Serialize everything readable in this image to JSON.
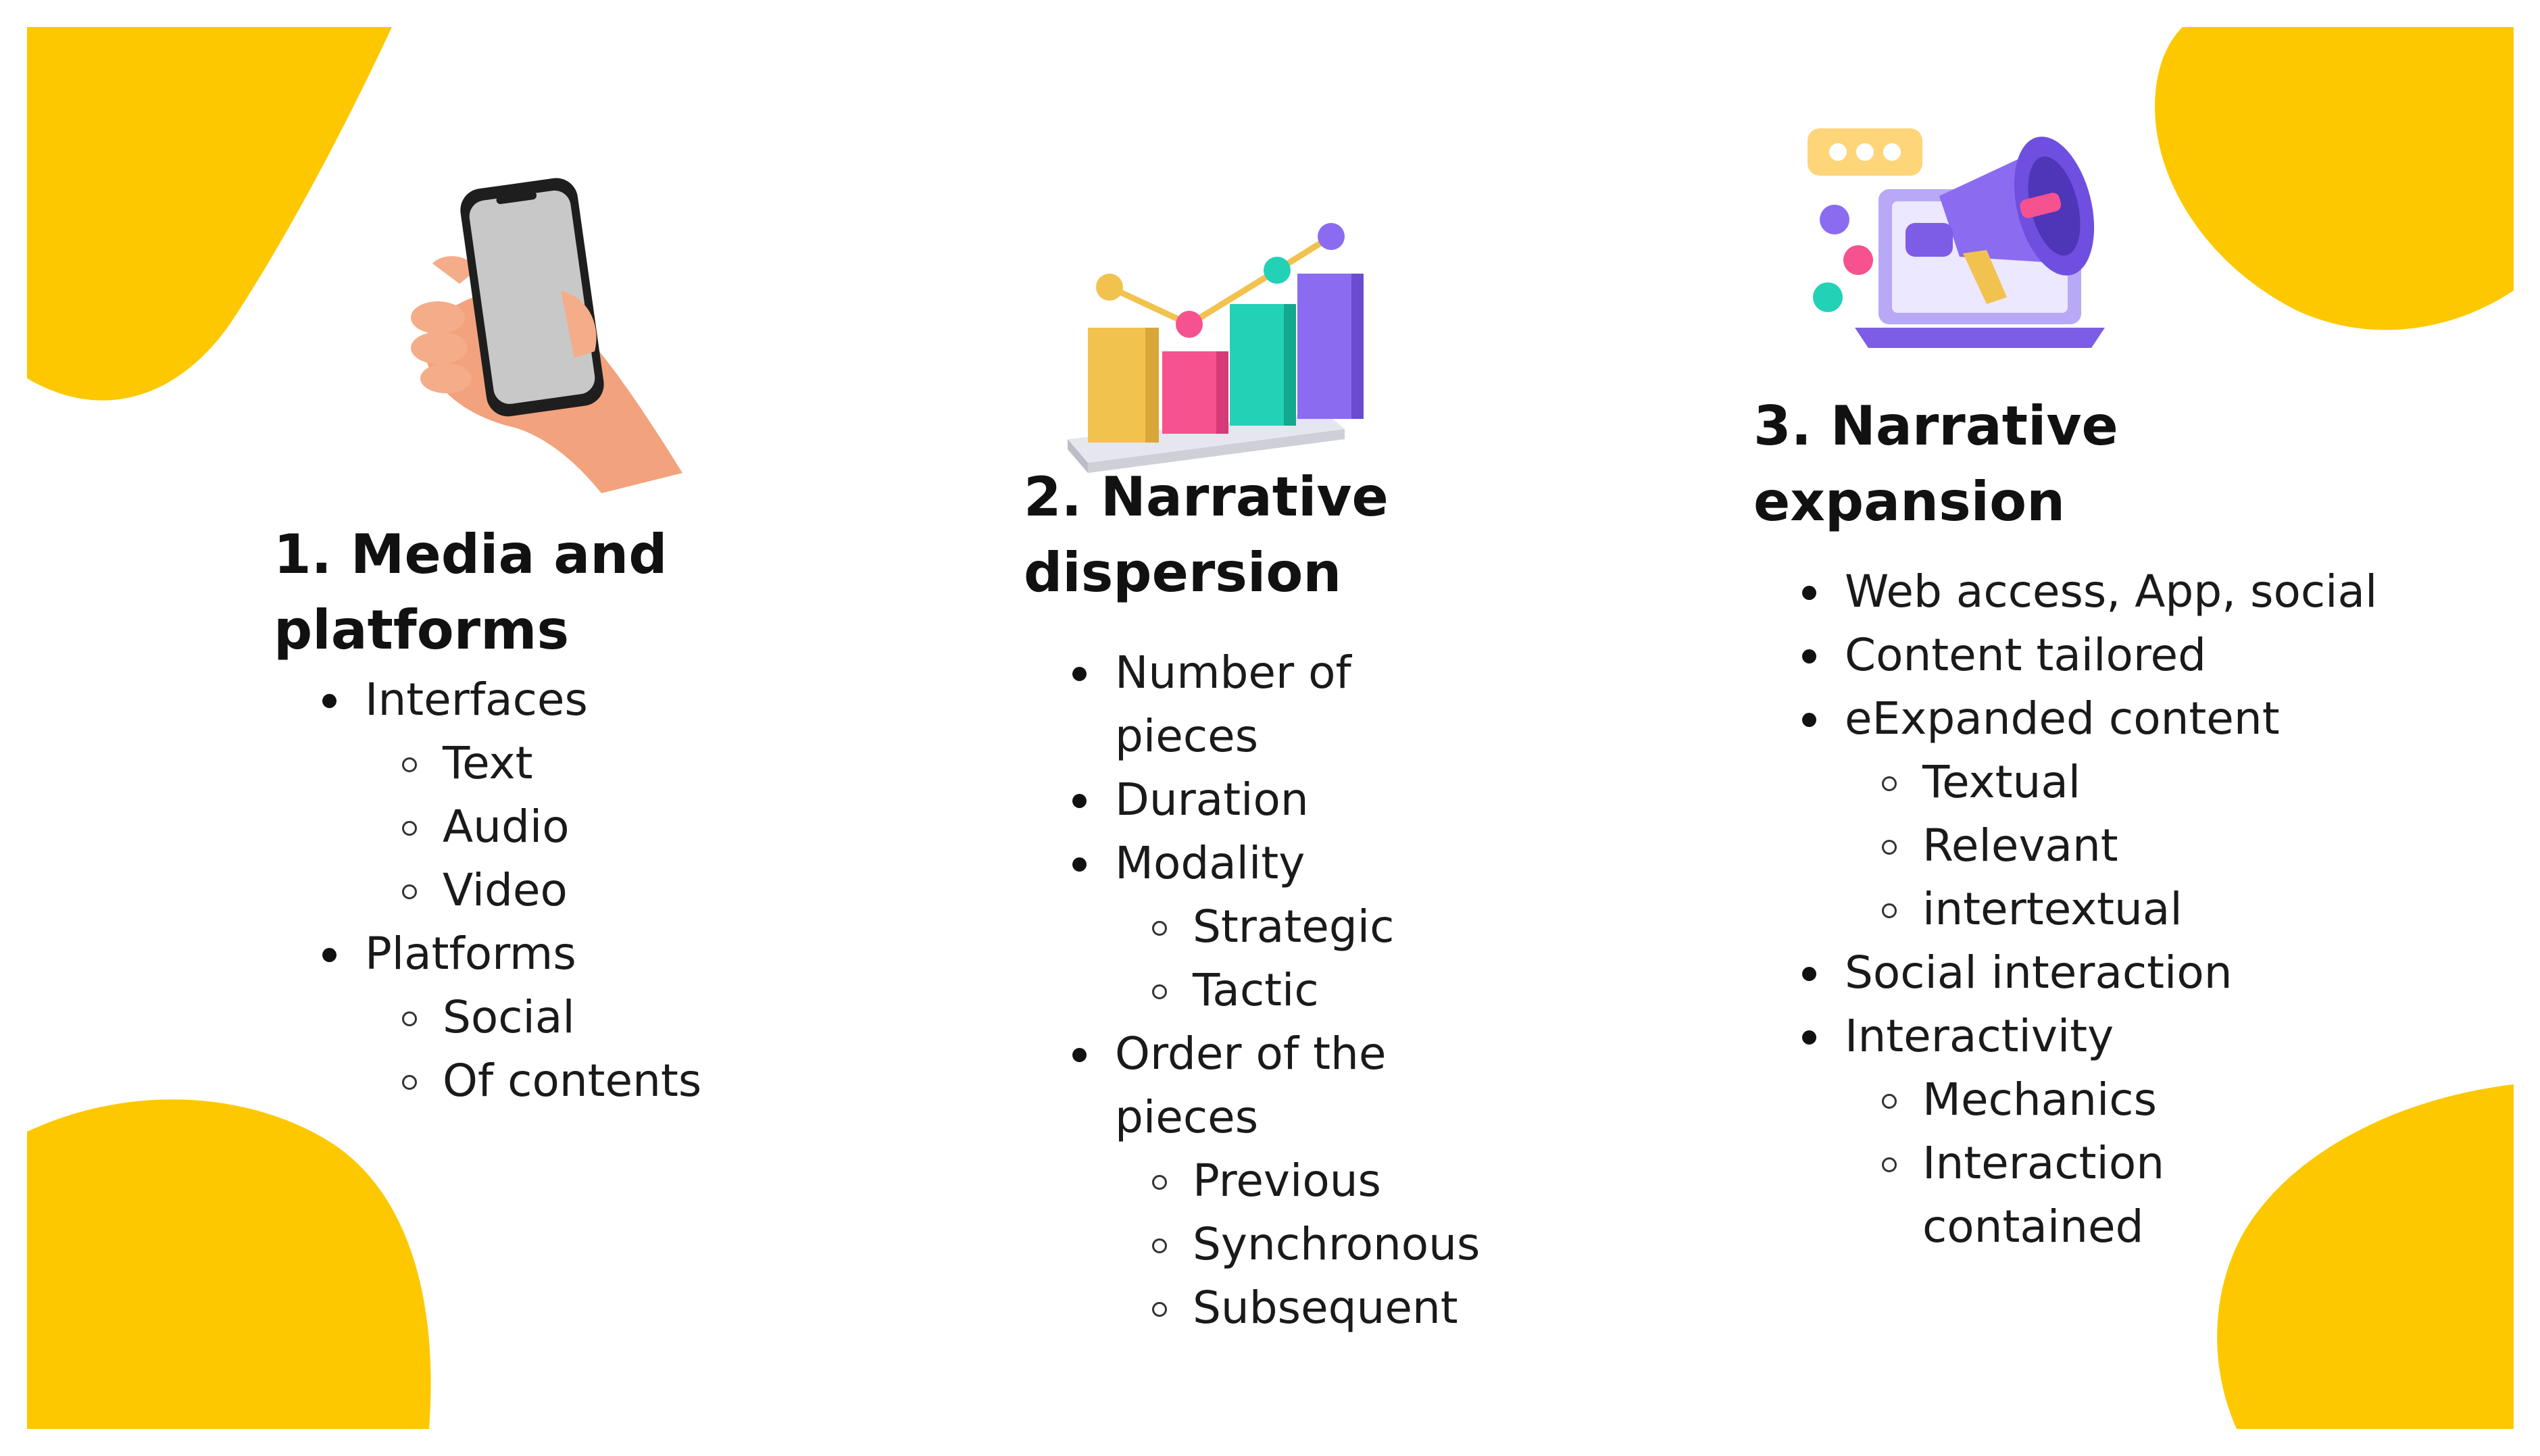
{
  "colors": {
    "accent": "#FDC800",
    "text": "#111111"
  },
  "columns": [
    {
      "icon": "hand-phone-icon",
      "title_line1": "1. Media and",
      "title_line2": "platforms",
      "items": [
        {
          "text": "Interfaces"
        },
        {
          "text": "Text"
        },
        {
          "text": "Audio"
        },
        {
          "text": "Video"
        },
        {
          "text": "Platforms"
        },
        {
          "text": "Social"
        },
        {
          "text": "Of contents"
        }
      ]
    },
    {
      "icon": "bar-chart-icon",
      "title_line1": "2. Narrative",
      "title_line2": "dispersion",
      "items": [
        {
          "text": "Number of"
        },
        {
          "text": "pieces"
        },
        {
          "text": "Duration"
        },
        {
          "text": "Modality"
        },
        {
          "text": "Strategic"
        },
        {
          "text": "Tactic"
        },
        {
          "text": "Order of the"
        },
        {
          "text": "pieces"
        },
        {
          "text": "Previous"
        },
        {
          "text": "Synchronous"
        },
        {
          "text": "Subsequent"
        }
      ]
    },
    {
      "icon": "megaphone-laptop-icon",
      "title_line1": "3. Narrative",
      "title_line2": "expansion",
      "items": [
        {
          "text": "Web access, App, social"
        },
        {
          "text": "Content tailored"
        },
        {
          "text": "eExpanded content"
        },
        {
          "text": "Textual"
        },
        {
          "text": "Relevant"
        },
        {
          "text": "intertextual"
        },
        {
          "text": "Social interaction"
        },
        {
          "text": "Interactivity"
        },
        {
          "text": "Mechanics"
        },
        {
          "text": "Interaction"
        },
        {
          "text": "contained"
        }
      ]
    }
  ]
}
